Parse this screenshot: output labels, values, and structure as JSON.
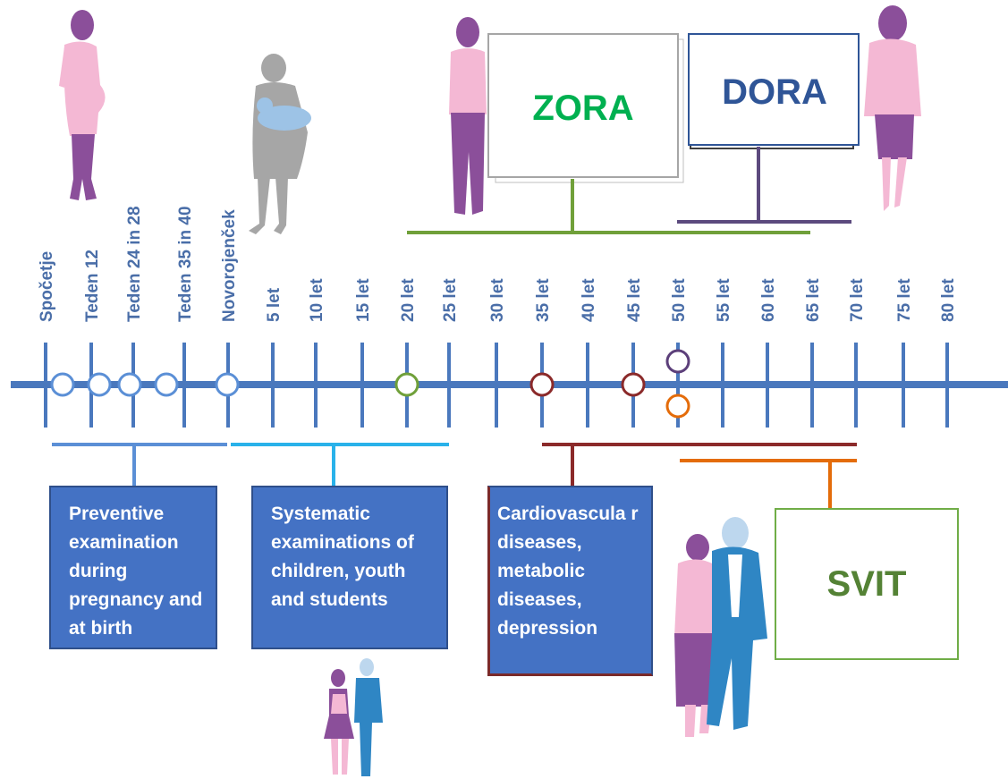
{
  "timeline": {
    "ticks": [
      "Spočetje",
      "Teden 12",
      "Teden 24 in 28",
      "Teden 35 in 40",
      "Novorojenček",
      "5 let",
      "10 let",
      "15 let",
      "20 let",
      "25 let",
      "30 let",
      "35 let",
      "40 let",
      "45 let",
      "50 let",
      "55 let",
      "60 let",
      "65 let",
      "70 let",
      "75 let",
      "80 let"
    ]
  },
  "programs": {
    "zora": "ZORA",
    "dora": "DORA",
    "svit": "SVIT"
  },
  "boxes": {
    "pregnancy": "Preventive examination during pregnancy and at birth",
    "children": "Systematic examinations of children, youth and students",
    "cardio": "Cardiovascula r diseases, metabolic diseases, depression"
  },
  "colors": {
    "axis": "#4a78bd",
    "label": "#4a6ea8",
    "pregnancy_bracket": "#5b8fd6",
    "children_bracket": "#29b2ea",
    "zora": "#00b050",
    "zora_bracket": "#70a03a",
    "dora": "#2f5597",
    "dora_bracket": "#5c4a7e",
    "cardio_bracket": "#8b2a2a",
    "svit": "#548235",
    "svit_bracket": "#e46c0a",
    "box_fill": "#4472c4",
    "figure_purple": "#8b4f9a",
    "figure_pink": "#f4b8d4",
    "figure_grey": "#a6a6a6",
    "figure_blue": "#2f86c4"
  }
}
